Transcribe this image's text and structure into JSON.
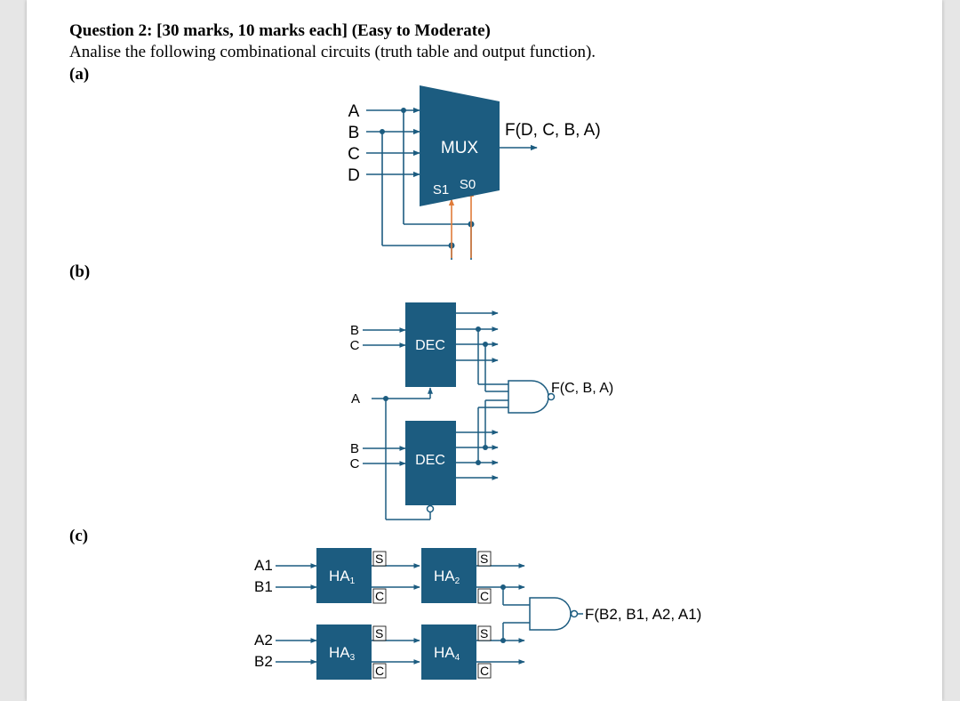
{
  "question": {
    "title": "Question 2: [30 marks, 10 marks each] (Easy to Moderate)",
    "description": "Analise the following combinational circuits (truth table and output function)."
  },
  "parts": {
    "a": {
      "label": "(a)",
      "inputs": [
        "A",
        "B",
        "C",
        "D"
      ],
      "block_label": "MUX",
      "select_s1": "S1",
      "select_s0": "S0",
      "output_label": "F(D, C, B, A)"
    },
    "b": {
      "label": "(b)",
      "top_inputs": [
        "B",
        "C"
      ],
      "enable_input": "A",
      "bottom_inputs": [
        "B",
        "C"
      ],
      "decoder_label": "DEC",
      "output_label": "F(C, B, A)"
    },
    "c": {
      "label": "(c)",
      "inputs_top": [
        "A1",
        "B1"
      ],
      "inputs_bottom": [
        "A2",
        "B2"
      ],
      "ha1": "HA",
      "ha1_sub": "1",
      "ha2": "HA",
      "ha2_sub": "2",
      "ha3": "HA",
      "ha3_sub": "3",
      "ha4": "HA",
      "ha4_sub": "4",
      "sum": "S",
      "carry": "C",
      "output_label": "F(B2, B1, A2, A1)"
    }
  },
  "colors": {
    "block": "#1c5c80",
    "wire": "#1c5c80",
    "select_arrow": "#e07b39",
    "text": "#000000"
  }
}
